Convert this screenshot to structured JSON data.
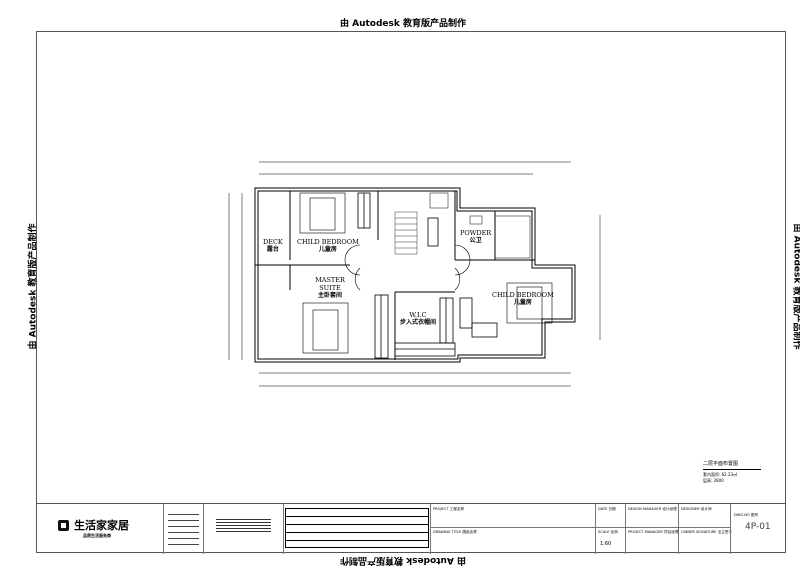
{
  "watermark": "由 Autodesk 教育版产品制作",
  "rooms": [
    {
      "en": "DECK",
      "zh": "露台"
    },
    {
      "en": "CHILD BEDROOM",
      "zh": "儿童房"
    },
    {
      "en": "POWDER",
      "zh": "公卫"
    },
    {
      "en": "MASTER SUITE",
      "zh": "主卧套间"
    },
    {
      "en": "W.I.C",
      "zh": "步入式衣帽间"
    },
    {
      "en": "CHILD BEDROOM",
      "zh": "儿童房"
    }
  ],
  "drawing_caption": {
    "title": "二层平面布置图",
    "area": "套内面积: 62.23㎡",
    "height": "层高: 2800"
  },
  "logo": {
    "name": "生活家家居",
    "slogan": "品质生活服务商"
  },
  "title_block": {
    "project": "PROJECT 工程名称",
    "drawing_title": "DRAWING TITLE 图纸名称",
    "date": "DATE 日期",
    "scale_label": "SCALE 比例",
    "scale": "1:60",
    "design_manager": "DESIGN MANAGER 设计经理",
    "project_manager": "PROJECT MANAGER 项目经理",
    "designer": "DESIGNER 设计师",
    "owner_signature": "OWNER SIGNATURE 业主签字",
    "dwg_no_label": "DWG.NO 图号",
    "dwg_no": "4P-01"
  }
}
